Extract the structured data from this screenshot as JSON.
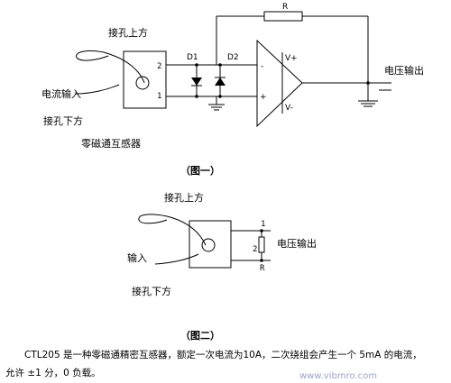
{
  "figure1": {
    "top_label": "接孔上方",
    "input_label": "电流输入",
    "bottom_label": "接孔下方",
    "sensor_label": "零磁通互感器",
    "pin2": "2",
    "pin1": "1",
    "d1": "D1",
    "d2": "D2",
    "resistor": "R",
    "minus": "-",
    "plus": "+",
    "vplus": "V+",
    "vminus": "V-",
    "output_label": "电压输出",
    "caption": "（图一）"
  },
  "figure2": {
    "top_label": "接孔上方",
    "input_label": "输入",
    "bottom_label": "接孔下方",
    "pin1": "1",
    "pin2": "2",
    "resistor": "R",
    "output_label": "电压输出",
    "caption": "（图二）"
  },
  "description": {
    "line1": "CTL205 是一种零磁通精密互感器，额定一次电流为10A，二次绕组会产生一个  5mA 的电流，",
    "line2": "允许 ±1 分，0 负载。"
  },
  "watermark": "www.vibmro.com"
}
